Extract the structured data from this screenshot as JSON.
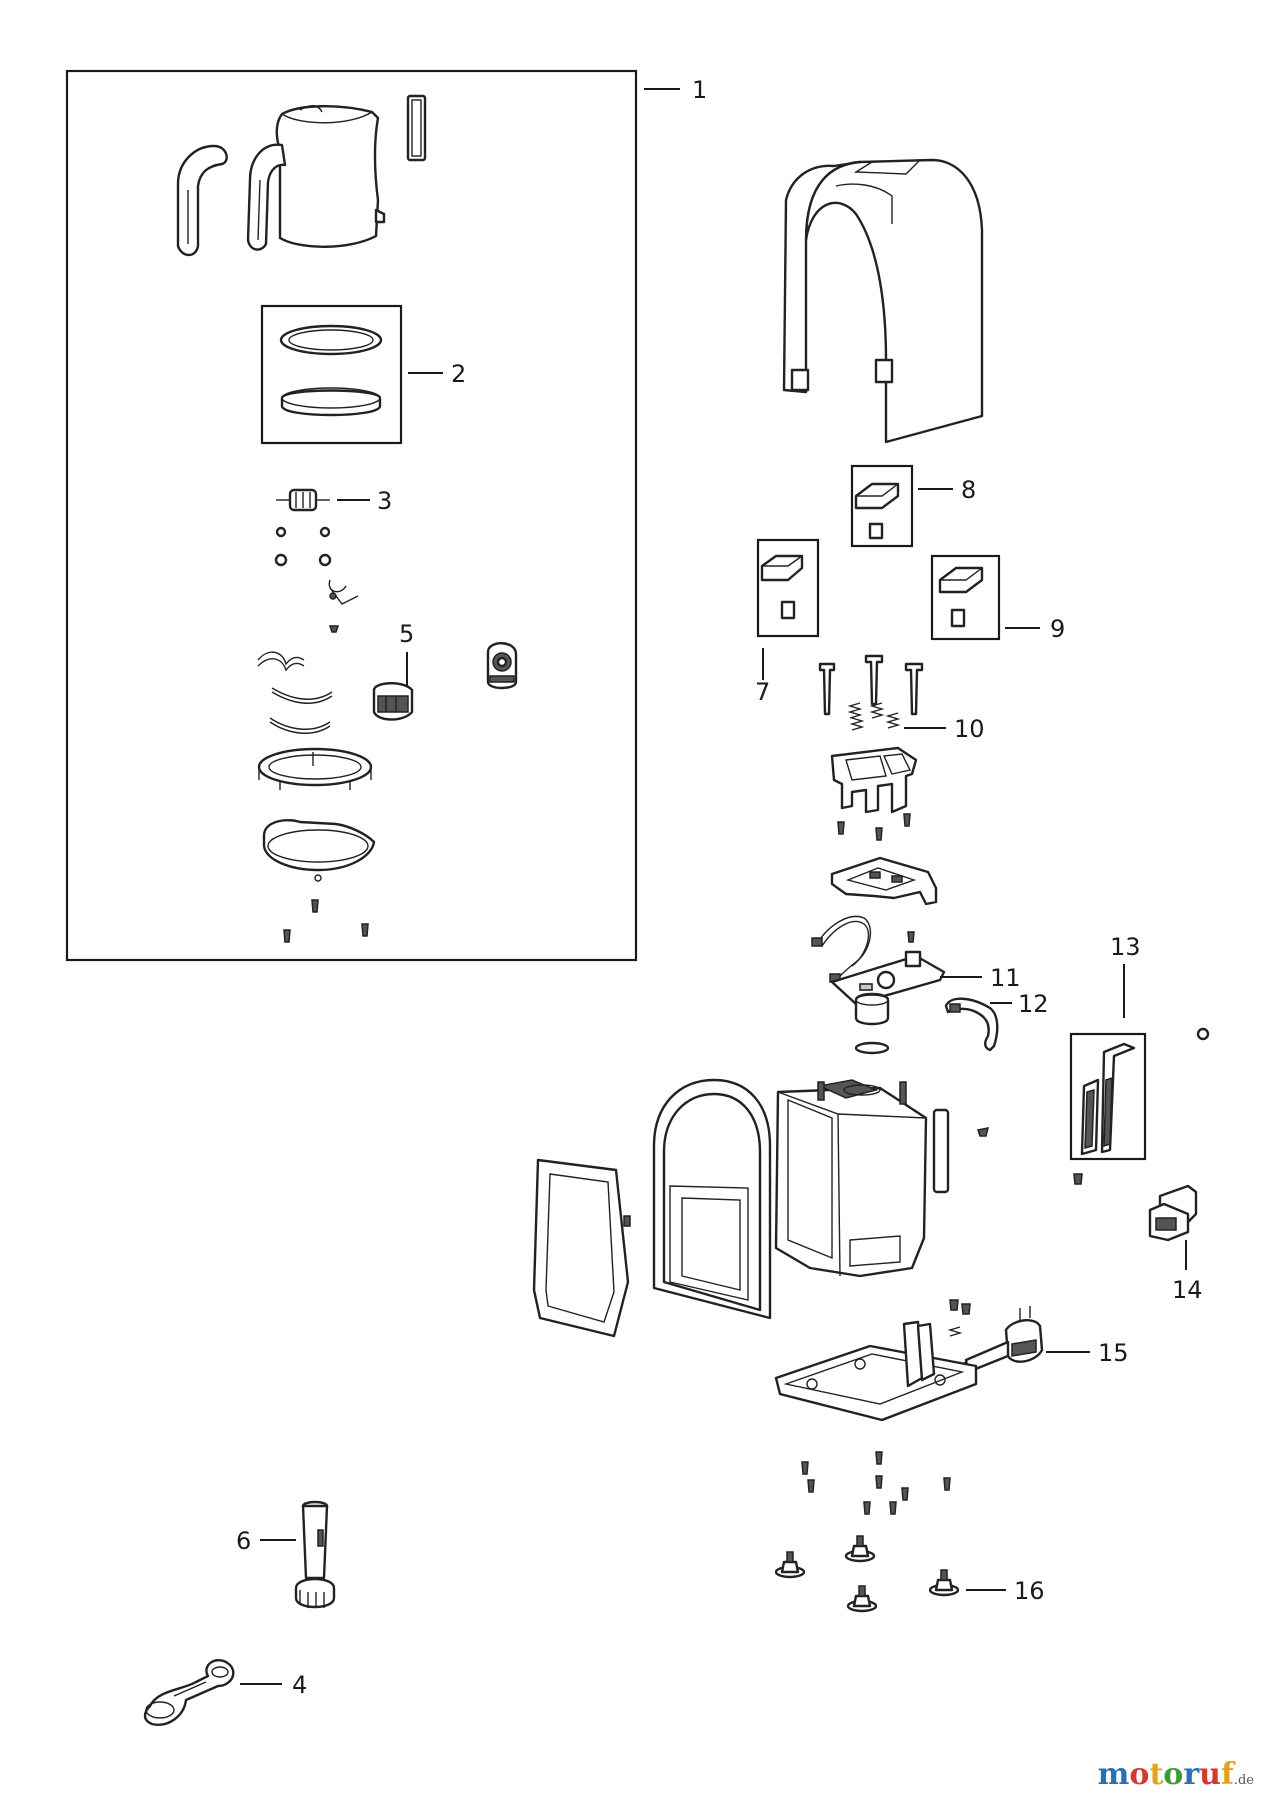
{
  "callouts": {
    "c1": "1",
    "c2": "2",
    "c3": "3",
    "c4": "4",
    "c5": "5",
    "c6": "6",
    "c7": "7",
    "c8": "8",
    "c9": "9",
    "c10": "10",
    "c11": "11",
    "c12": "12",
    "c13": "13",
    "c14": "14",
    "c15": "15",
    "c16": "16"
  },
  "watermark": {
    "m": "m",
    "o1": "o",
    "t": "t",
    "o2": "o",
    "r": "r",
    "u": "u",
    "f": "f",
    "de": ".de"
  },
  "colors": {
    "line": "#1a1a1a",
    "watermark_blue": "#2b6fb3",
    "watermark_red": "#d13b2f",
    "watermark_yellow": "#e2a31a",
    "watermark_green": "#3c9a3a"
  }
}
